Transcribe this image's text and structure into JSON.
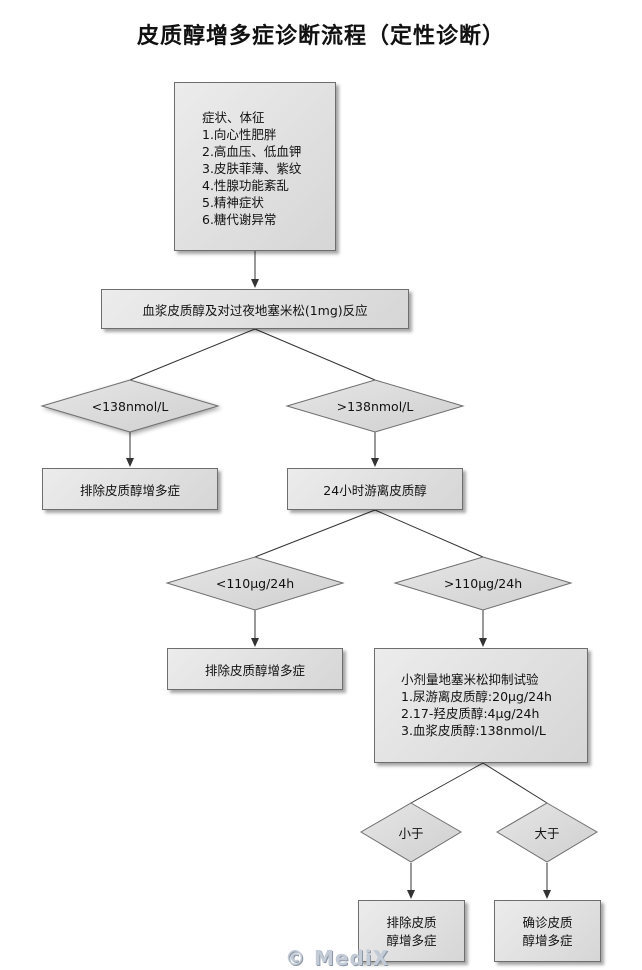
{
  "title": "皮质醇增多症诊断流程（定性诊断）",
  "symptoms": {
    "header": "症状、体征",
    "items": [
      "1.向心性肥胖",
      "2.高血压、低血钾",
      "3.皮肤菲薄、紫纹",
      "4.性腺功能紊乱",
      "5.精神症状",
      "6.糖代谢异常"
    ]
  },
  "plasma_test": "血浆皮质醇及对过夜地塞米松(1mg)反应",
  "d1_low": "<138nmol/L",
  "d1_high": ">138nmol/L",
  "exclude_1": "排除皮质醇增多症",
  "urine_test": "24小时游离皮质醇",
  "d2_low": "<110μg/24h",
  "d2_high": ">110μg/24h",
  "exclude_2": "排除皮质醇增多症",
  "dex_test": {
    "header": "小剂量地塞米松抑制试验",
    "items": [
      "1.尿游离皮质醇:20μg/24h",
      "2.17-羟皮质醇:4μg/24h",
      "3.血浆皮质醇:138nmol/L"
    ]
  },
  "d3_low": "小于",
  "d3_high": "大于",
  "exclude_3": [
    "排除皮质",
    "醇增多症"
  ],
  "confirm": [
    "确诊皮质",
    "醇增多症"
  ],
  "watermark": "© MediX"
}
